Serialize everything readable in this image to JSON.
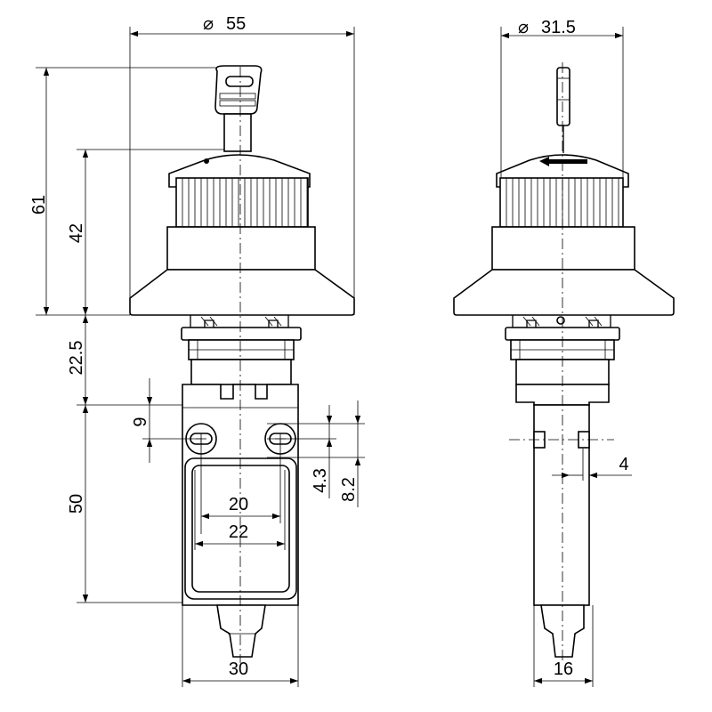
{
  "dimensions": {
    "diam_55": "55",
    "diam_31_5": "31.5",
    "h_61": "61",
    "h_42": "42",
    "h_22_5": "22.5",
    "h_9": "9",
    "h_50": "50",
    "h_4_3": "4.3",
    "h_8_2": "8.2",
    "w_20": "20",
    "w_22": "22",
    "w_30": "30",
    "w_4": "4",
    "w_16": "16"
  },
  "symbols": {
    "diameter": "⌀"
  },
  "colors": {
    "line": "#000000",
    "background": "#ffffff"
  }
}
